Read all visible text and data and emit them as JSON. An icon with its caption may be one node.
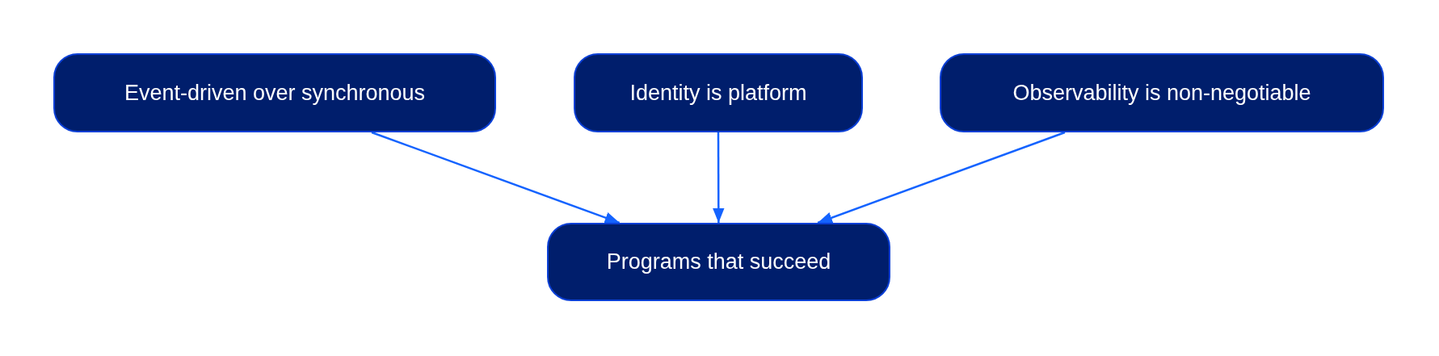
{
  "diagram": {
    "nodes": [
      {
        "text": [
          "Event-driven over synchronous"
        ]
      },
      {
        "text": [
          "Identity is platform"
        ]
      },
      {
        "text": [
          "Observability is non-negotiable"
        ]
      },
      {
        "text": [
          "Programs that succeed"
        ]
      }
    ],
    "edges": [
      {
        "from": 0,
        "to": 3,
        "arrow": "to"
      },
      {
        "from": 1,
        "to": 3,
        "arrow": "to"
      },
      {
        "from": 2,
        "to": 3,
        "arrow": "to"
      }
    ]
  }
}
